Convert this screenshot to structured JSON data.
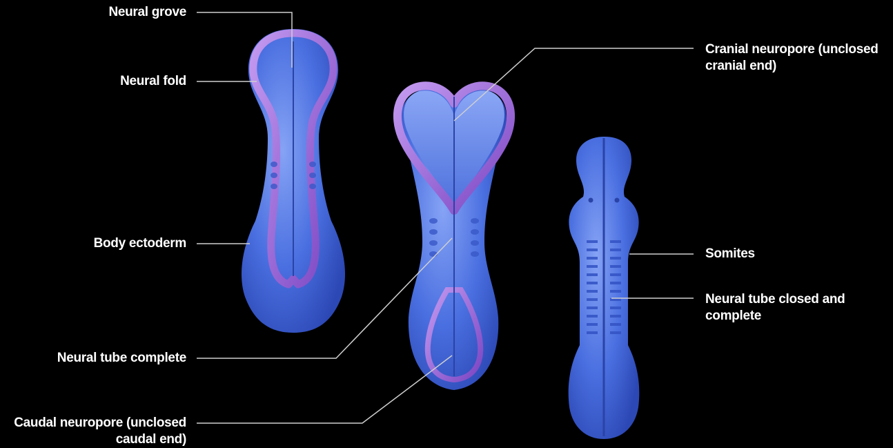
{
  "labels": {
    "neural_groove": "Neural grove",
    "neural_fold": "Neural fold",
    "body_ectoderm": "Body ectoderm",
    "neural_tube_complete": "Neural tube complete",
    "caudal_neuropore_line1": "Caudal neuropore (unclosed",
    "caudal_neuropore_line2": "caudal end)",
    "cranial_neuropore_line1": "Cranial neuropore (unclosed",
    "cranial_neuropore_line2": "cranial end)",
    "somites": "Somites",
    "neural_tube_closed_line1": "Neural tube closed and",
    "neural_tube_closed_line2": "complete"
  },
  "colors": {
    "background": "#000000",
    "embryo_blue": "#4a6fe0",
    "embryo_blue_dark": "#2f4fbf",
    "embryo_blue_light": "#7d9bf2",
    "neural_fold_purple": "#9a63d6",
    "leader_line": "#cfcfcf"
  }
}
